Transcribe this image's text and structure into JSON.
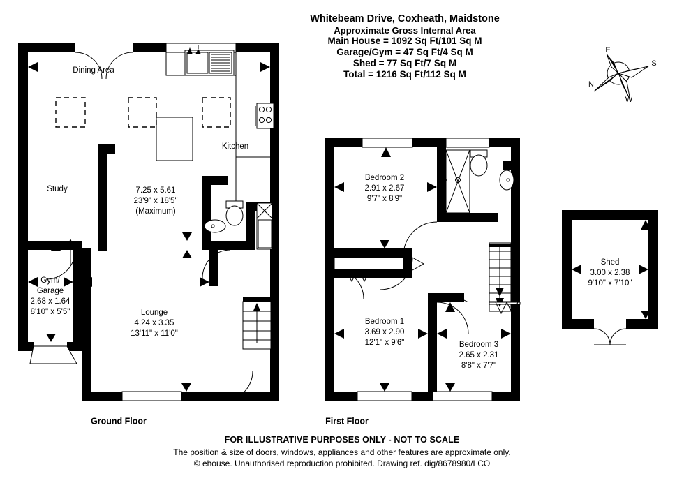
{
  "header": {
    "title": "Whitebeam Drive, Coxheath, Maidstone",
    "subtitle": "Approximate Gross Internal Area",
    "areas": [
      "Main House = 1092 Sq Ft/101 Sq M",
      "Garage/Gym = 47 Sq Ft/4 Sq M",
      "Shed = 77 Sq Ft/7 Sq M",
      "Total = 1216 Sq Ft/112 Sq M"
    ]
  },
  "compass": {
    "north": "N",
    "east": "E",
    "south": "S",
    "west": "W"
  },
  "floors": [
    {
      "label": "Ground Floor",
      "rooms": [
        {
          "name": "Dining Area",
          "metric": "",
          "imperial": "",
          "note": ""
        },
        {
          "name": "Study",
          "metric": "",
          "imperial": "",
          "note": ""
        },
        {
          "name": "Kitchen",
          "metric": "",
          "imperial": "",
          "note": ""
        },
        {
          "name": "",
          "metric": "7.25 x 5.61",
          "imperial": "23'9\" x 18'5\"",
          "note": "(Maximum)"
        },
        {
          "name": "Gym/",
          "name2": "Garage",
          "metric": "2.68 x 1.64",
          "imperial": "8'10\" x 5'5\"",
          "note": ""
        },
        {
          "name": "Lounge",
          "metric": "4.24 x 3.35",
          "imperial": "13'11\" x 11'0\"",
          "note": ""
        }
      ]
    },
    {
      "label": "First Floor",
      "rooms": [
        {
          "name": "Bedroom 2",
          "metric": "2.91 x 2.67",
          "imperial": "9'7\" x 8'9\"",
          "note": ""
        },
        {
          "name": "Bedroom 1",
          "metric": "3.69 x 2.90",
          "imperial": "12'1\" x 9'6\"",
          "note": ""
        },
        {
          "name": "Bedroom 3",
          "metric": "2.65 x 2.31",
          "imperial": "8'8\" x 7'7\"",
          "note": ""
        }
      ]
    },
    {
      "label": "",
      "rooms": [
        {
          "name": "Shed",
          "metric": "3.00 x 2.38",
          "imperial": "9'10\" x 7'10\"",
          "note": ""
        }
      ]
    }
  ],
  "ground": {
    "dining_label": "Dining Area",
    "study_label": "Study",
    "kitchen_label": "Kitchen",
    "open_plan_metric": "7.25 x 5.61",
    "open_plan_imperial": "23'9\" x 18'5\"",
    "open_plan_note": "(Maximum)",
    "gym_label_1": "Gym/",
    "gym_label_2": "Garage",
    "gym_metric": "2.68 x 1.64",
    "gym_imperial": "8'10\" x 5'5\"",
    "lounge_label": "Lounge",
    "lounge_metric": "4.24 x 3.35",
    "lounge_imperial": "13'11\" x 11'0\"",
    "floor_label": "Ground Floor"
  },
  "first": {
    "bed2_label": "Bedroom 2",
    "bed2_metric": "2.91 x 2.67",
    "bed2_imperial": "9'7\" x 8'9\"",
    "bed1_label": "Bedroom 1",
    "bed1_metric": "3.69 x 2.90",
    "bed1_imperial": "12'1\" x 9'6\"",
    "bed3_label": "Bedroom 3",
    "bed3_metric": "2.65 x 2.31",
    "bed3_imperial": "8'8\" x 7'7\"",
    "floor_label": "First Floor"
  },
  "shed": {
    "label": "Shed",
    "metric": "3.00 x 2.38",
    "imperial": "9'10\" x 7'10\""
  },
  "footer": {
    "line1": "FOR ILLUSTRATIVE PURPOSES ONLY - NOT TO SCALE",
    "line2": "The position & size of doors, windows, appliances and other features are approximate only.",
    "line3": "© ehouse. Unauthorised reproduction prohibited. Drawing ref. dig/8678980/LCO"
  },
  "colors": {
    "wall": "#000000",
    "background": "#ffffff",
    "text": "#000000"
  }
}
